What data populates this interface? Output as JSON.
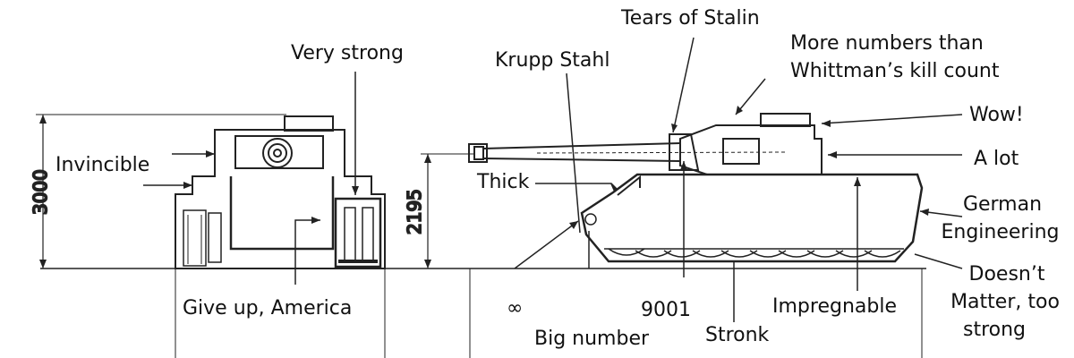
{
  "labels": {
    "tears_of_stalin": "Tears of Stalin",
    "very_strong": "Very strong",
    "krupp_stahl": "Krupp Stahl",
    "more_numbers_1": "More numbers than",
    "more_numbers_2": "Whittman’s kill count",
    "wow": "Wow!",
    "invincible": "Invincible",
    "a_lot": "A lot",
    "thick": "Thick",
    "german_1": "German",
    "german_2": "Engineering",
    "doesnt_1": "Doesn’t",
    "doesnt_2": "Matter, too",
    "doesnt_3": "strong",
    "give_up": "Give up, America",
    "infinity": "∞",
    "n9001": "9001",
    "impregnable": "Impregnable",
    "big_number": "Big number",
    "stronk": "Stronk"
  },
  "dimensions": {
    "height": "3000",
    "gun_height": "2195"
  },
  "colors": {
    "line": "#222222",
    "background": "#ffffff"
  }
}
